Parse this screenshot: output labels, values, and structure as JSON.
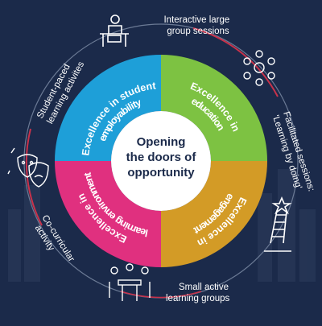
{
  "diagram": {
    "center": {
      "lines": [
        "Opening",
        "the doors of",
        "opportunity"
      ]
    },
    "segments": [
      {
        "id": "employability",
        "lines": [
          "Excellence in student",
          "employability"
        ],
        "color": "#1e9fd8"
      },
      {
        "id": "education",
        "lines": [
          "Excellence in",
          "education"
        ],
        "color": "#7dc242"
      },
      {
        "id": "engagement",
        "lines": [
          "Excellence in",
          "engagement"
        ],
        "color": "#d39b26"
      },
      {
        "id": "learning-environment",
        "lines": [
          "Excellence in",
          "learning environment"
        ],
        "color": "#e0307f"
      }
    ],
    "activities": [
      {
        "id": "interactive-large-group",
        "lines": [
          "Interactive large",
          "group sessions"
        ],
        "icon": "people-circle-icon"
      },
      {
        "id": "facilitated-sessions",
        "lines": [
          "Facilitated sessions:",
          "'Learning by doing'"
        ],
        "icon": "ladder-star-icon"
      },
      {
        "id": "small-active-groups",
        "lines": [
          "Small active",
          "learning groups"
        ],
        "icon": "group-table-icon"
      },
      {
        "id": "co-curricular",
        "lines": [
          "Co-curricular",
          "activity"
        ],
        "icon": "theatre-masks-icon"
      },
      {
        "id": "student-paced",
        "lines": [
          "Student-paced",
          "learning activites"
        ],
        "icon": "student-desk-icon"
      }
    ]
  },
  "colors": {
    "background": "#1b2a4a",
    "ring_outline": "#6b7a95",
    "accent_red": "#c8324b",
    "center": "#ffffff",
    "text_light": "#ffffff",
    "text_dark": "#1b2a4a"
  }
}
